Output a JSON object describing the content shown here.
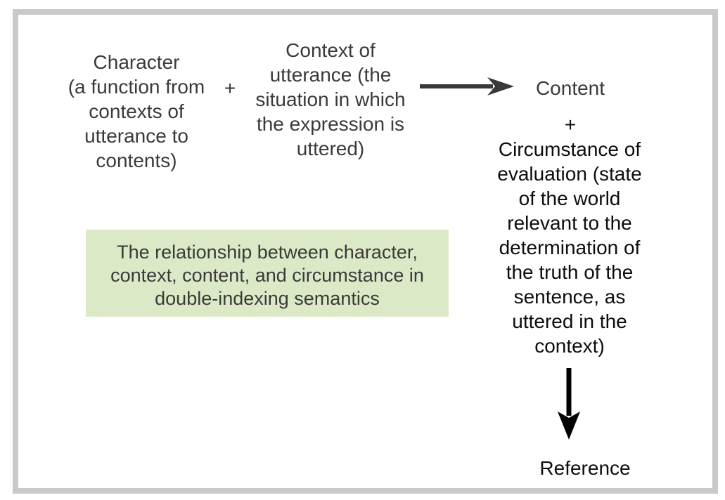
{
  "colors": {
    "frame_border": "#c9c9c9",
    "caption_bg": "#dbe9c6",
    "text_primary": "#3a3a3a",
    "text_dark": "#0d0d0d",
    "arrow_horizontal": "#3a3a3a",
    "arrow_vertical": "#000000",
    "page_bg": "#ffffff"
  },
  "diagram": {
    "character_term": "Character\n(a function from\ncontexts of\nutterance to\ncontents)",
    "plus_top": "+",
    "context_term": "Context of\nutterance (the\nsituation in which\nthe expression is\nuttered)",
    "content_term": "Content",
    "plus_right": "+",
    "circumstance_term": "Circumstance of\nevaluation (state\nof the world\nrelevant to the\ndetermination of\nthe truth of the\nsentence, as\nuttered in the\ncontext)",
    "reference_term": "Reference",
    "caption": "The relationship between character,\ncontext, content, and circumstance in\ndouble-indexing semantics",
    "icons": {
      "arrow_right": "arrow-right-icon",
      "arrow_down": "arrow-down-icon"
    }
  }
}
